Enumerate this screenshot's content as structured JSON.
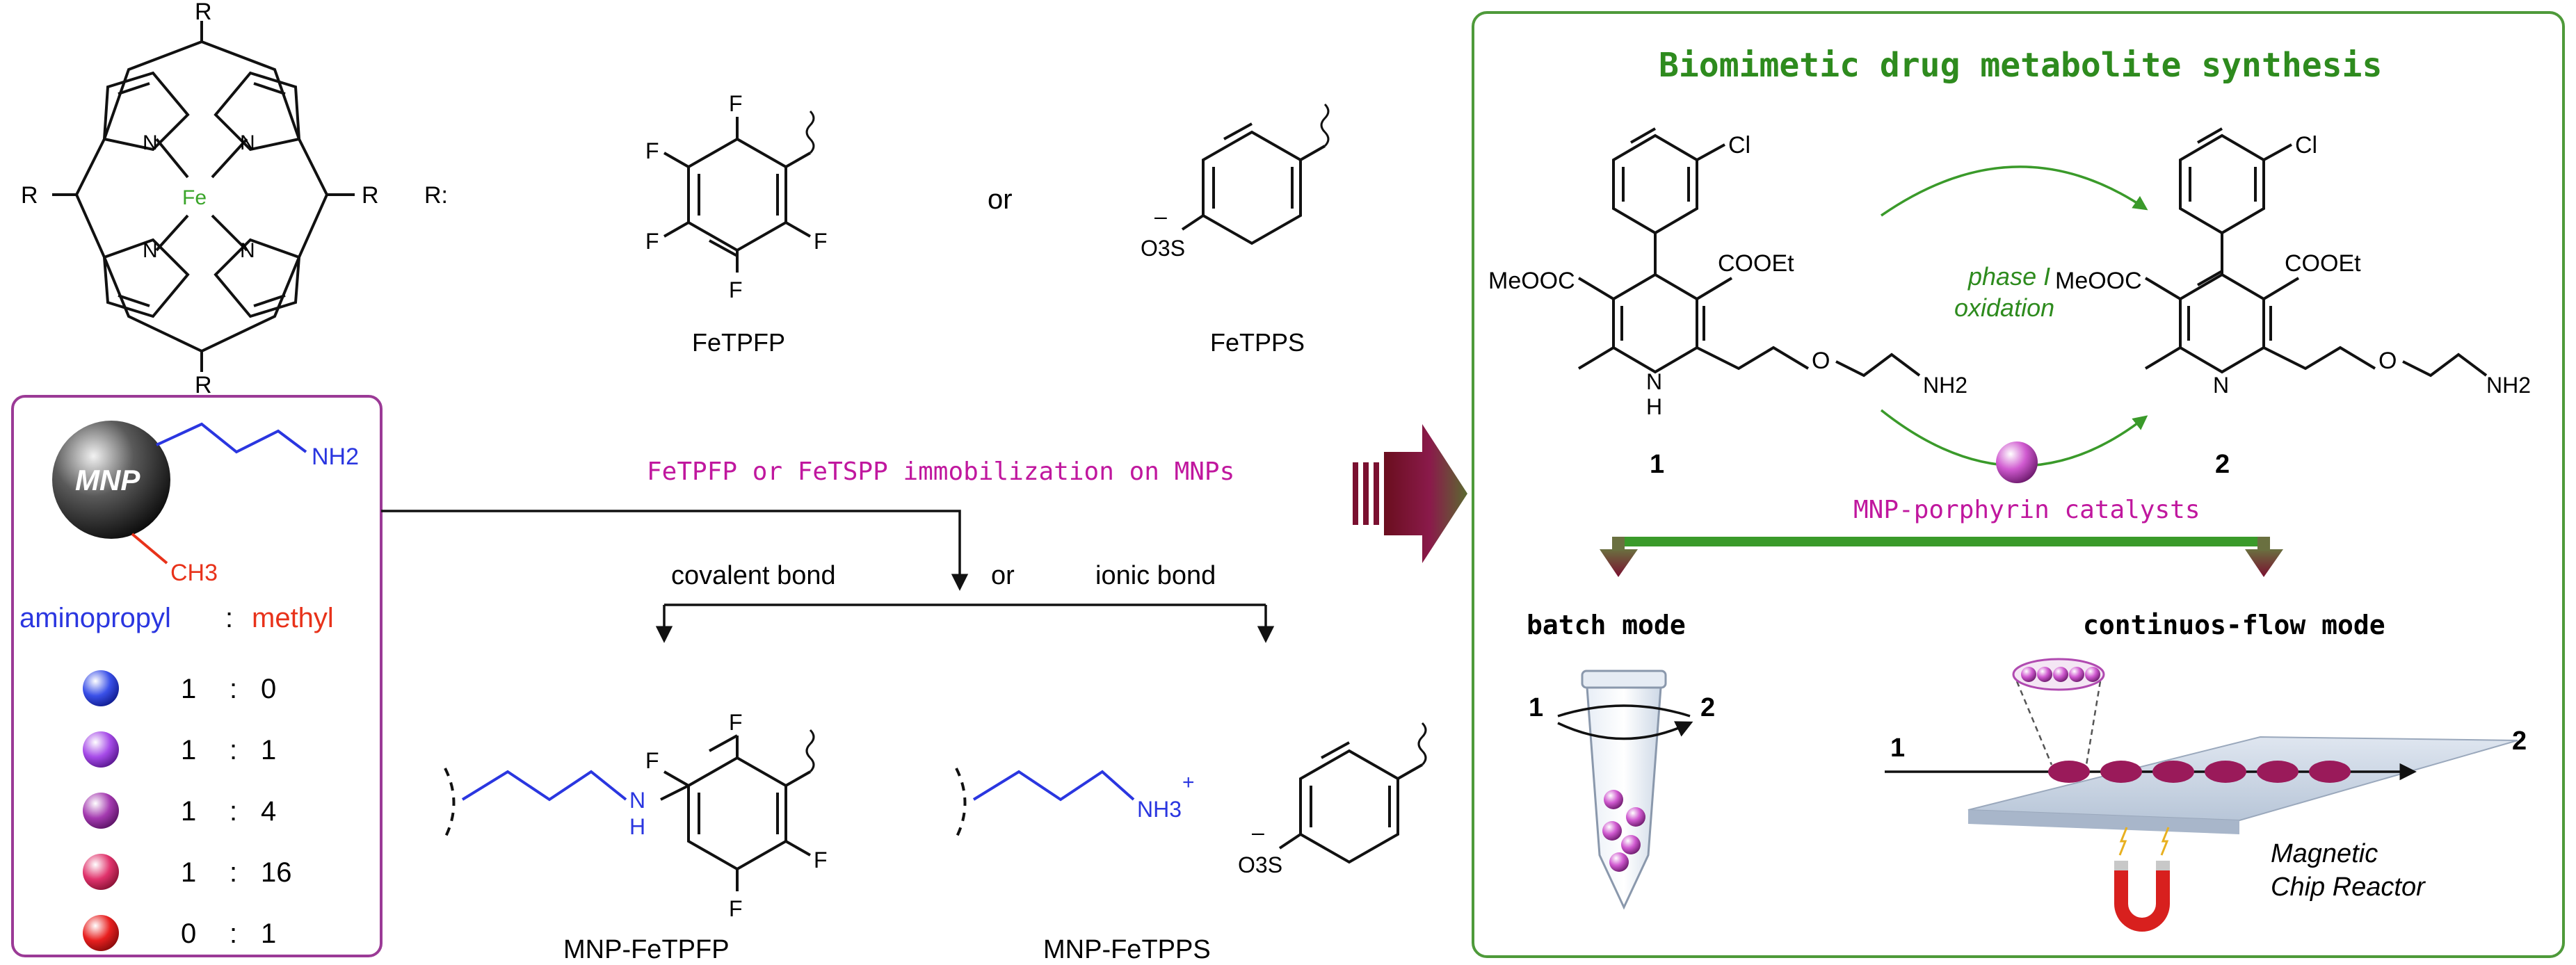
{
  "colors": {
    "green_title": "#2e8b1e",
    "green_arrow": "#3a9a2a",
    "magenta": "#c0179e",
    "blue": "#2a36e0",
    "red": "#e8321a",
    "frame_green": "#4e9a3a",
    "frame_purple": "#9b3a96",
    "fe_green": "#3aa52a",
    "arrow_maroon": "#7a1030"
  },
  "porphyrin": {
    "substituent": "R",
    "metal": "Fe",
    "nitrogen": "N",
    "r_label": "R:",
    "or_label": "or",
    "fetpfp": {
      "label": "FeTPFP",
      "fluorine": "F"
    },
    "fetpps": {
      "label": "FeTPPS",
      "charge": "–",
      "sulfonate": "O3S"
    }
  },
  "mnp_panel": {
    "bead_label": "MNP",
    "amine": "NH2",
    "methyl_group": "CH3",
    "ratio_header": {
      "left": "aminopropyl",
      "sep": ":",
      "right": "methyl"
    },
    "ratios": [
      {
        "left": "1",
        "sep": ":",
        "right": "0",
        "color": "#3a50e8"
      },
      {
        "left": "1",
        "sep": ":",
        "right": "1",
        "color": "#a64be8"
      },
      {
        "left": "1",
        "sep": ":",
        "right": "4",
        "color": "#a43ab0"
      },
      {
        "left": "1",
        "sep": ":",
        "right": "16",
        "color": "#e0336c"
      },
      {
        "left": "0",
        "sep": ":",
        "right": "1",
        "color": "#e82020"
      }
    ]
  },
  "immobilization": {
    "title": "FeTPFP or FeTSPP immobilization on MNPs",
    "covalent": "covalent bond",
    "or": "or",
    "ionic": "ionic bond",
    "product_covalent": "MNP-FeTPFP",
    "product_ionic": "MNP-FeTPPS",
    "nh": "N",
    "h": "H",
    "nh3": "NH3",
    "plus": "+",
    "minus": "–",
    "sulfonate": "O3S",
    "fluorine": "F"
  },
  "synthesis": {
    "title": "Biomimetic drug metabolite synthesis",
    "reaction_line1": "phase I",
    "reaction_line2": "oxidation",
    "catalyst": "MNP-porphyrin catalysts",
    "compound1": "1",
    "compound2": "2",
    "chloro": "Cl",
    "meooc": "MeOOC",
    "cooet": "COOEt",
    "oxygen": "O",
    "nh2": "NH2",
    "n": "N",
    "h": "H",
    "batch": {
      "label": "batch mode",
      "in": "1",
      "out": "2"
    },
    "flow": {
      "label": "continuos-flow mode",
      "in": "1",
      "out": "2",
      "reactor_line1": "Magnetic",
      "reactor_line2": "Chip Reactor"
    }
  }
}
